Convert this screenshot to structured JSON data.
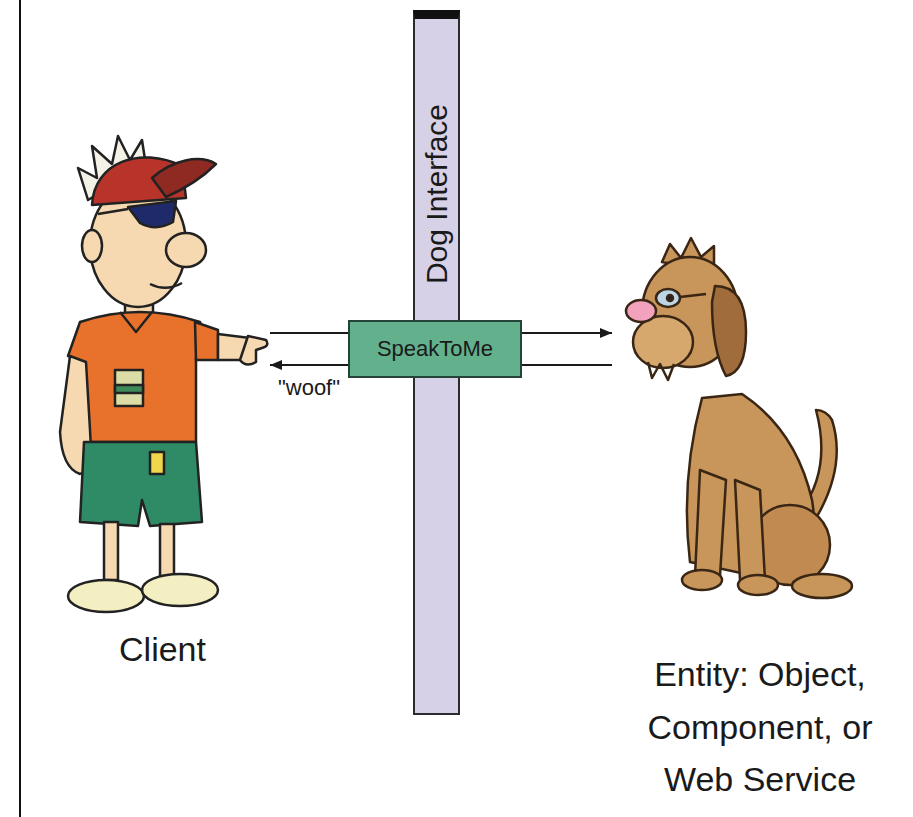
{
  "diagram": {
    "nodes": [
      {
        "text": [
          "Client"
        ]
      },
      {
        "text": [
          "Dog Interface"
        ]
      },
      {
        "text": [
          "SpeakToMe"
        ]
      },
      {
        "text": [
          "Entity: Object, Component, or Web Service"
        ]
      }
    ],
    "edges": [
      {
        "from": 0,
        "to": 2,
        "arrow": "none"
      },
      {
        "from": 2,
        "to": 3,
        "arrow": "to"
      },
      {
        "from": 3,
        "to": 2,
        "arrow": "none"
      },
      {
        "from": 2,
        "to": 0,
        "arrow": "to",
        "label": "\"woof\""
      }
    ]
  }
}
